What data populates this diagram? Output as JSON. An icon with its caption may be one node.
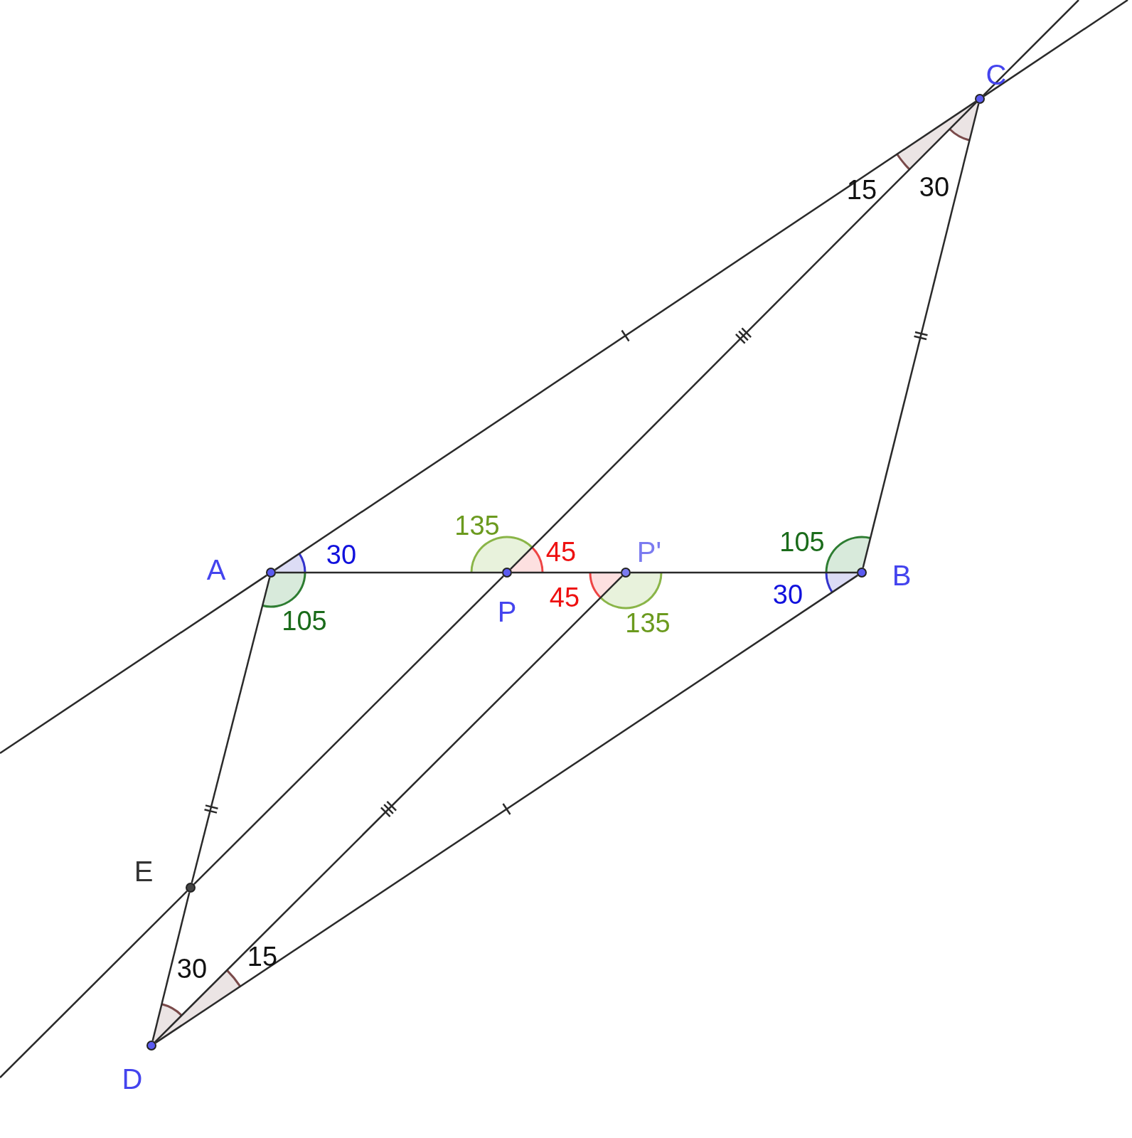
{
  "diagram": {
    "nodes": [
      {
        "text": [
          "C"
        ]
      },
      {
        "text": [
          "A"
        ]
      },
      {
        "text": [
          "P"
        ]
      },
      {
        "text": [
          "P'"
        ]
      },
      {
        "text": [
          "B"
        ]
      },
      {
        "text": [
          "E"
        ]
      },
      {
        "text": [
          "D"
        ]
      }
    ],
    "edges": [
      {
        "from": 1,
        "to": 0,
        "arrow": "none"
      },
      {
        "from": 0,
        "to": null,
        "arrow": "none"
      },
      {
        "from": 0,
        "to": null,
        "arrow": "none"
      },
      {
        "from": 1,
        "to": null,
        "arrow": "none"
      },
      {
        "from": 0,
        "to": 2,
        "arrow": "none"
      },
      {
        "from": 0,
        "to": 4,
        "arrow": "none"
      },
      {
        "from": 1,
        "to": 2,
        "arrow": "none"
      },
      {
        "from": 2,
        "to": 3,
        "arrow": "none"
      },
      {
        "from": 3,
        "to": 4,
        "arrow": "none"
      },
      {
        "from": 1,
        "to": 5,
        "arrow": "none"
      },
      {
        "from": 5,
        "to": 6,
        "arrow": "none"
      },
      {
        "from": 2,
        "to": 5,
        "arrow": "none"
      },
      {
        "from": 5,
        "to": null,
        "arrow": "none"
      },
      {
        "from": 3,
        "to": 6,
        "arrow": "none"
      },
      {
        "from": 4,
        "to": 6,
        "arrow": "none"
      }
    ],
    "labels": [
      "15",
      "30",
      "135",
      "105",
      "30",
      "45",
      "45",
      "30",
      "105",
      "135",
      "15",
      "30"
    ]
  }
}
